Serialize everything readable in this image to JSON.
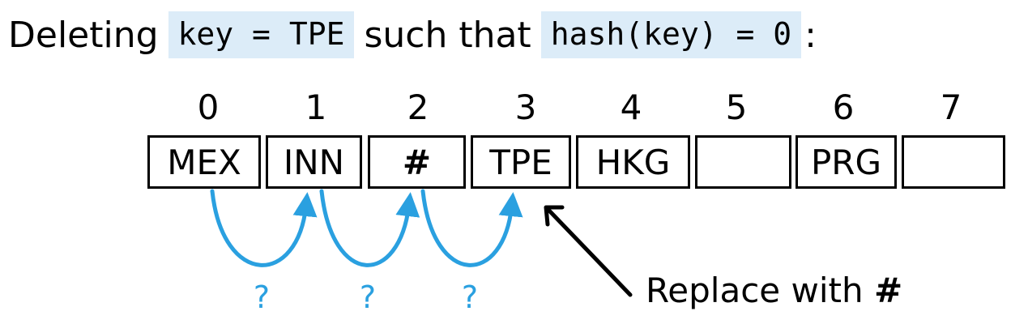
{
  "headline": {
    "prefix": "Deleting",
    "key_expr": "key = TPE",
    "middle": "such that",
    "hash_expr": "hash(key) = 0",
    "suffix": ":"
  },
  "table": {
    "indices": [
      "0",
      "1",
      "2",
      "3",
      "4",
      "5",
      "6",
      "7"
    ],
    "cells": [
      "MEX",
      "INN",
      "#",
      "TPE",
      "HKG",
      "",
      "PRG",
      ""
    ]
  },
  "probes": {
    "labels": [
      "?",
      "?",
      "?"
    ]
  },
  "annotation": {
    "text": "Replace with ",
    "mark": "#"
  },
  "colors": {
    "highlight": "#dcecf8",
    "probe_arrow": "#2aa0e0",
    "pointer_arrow": "#000000"
  }
}
